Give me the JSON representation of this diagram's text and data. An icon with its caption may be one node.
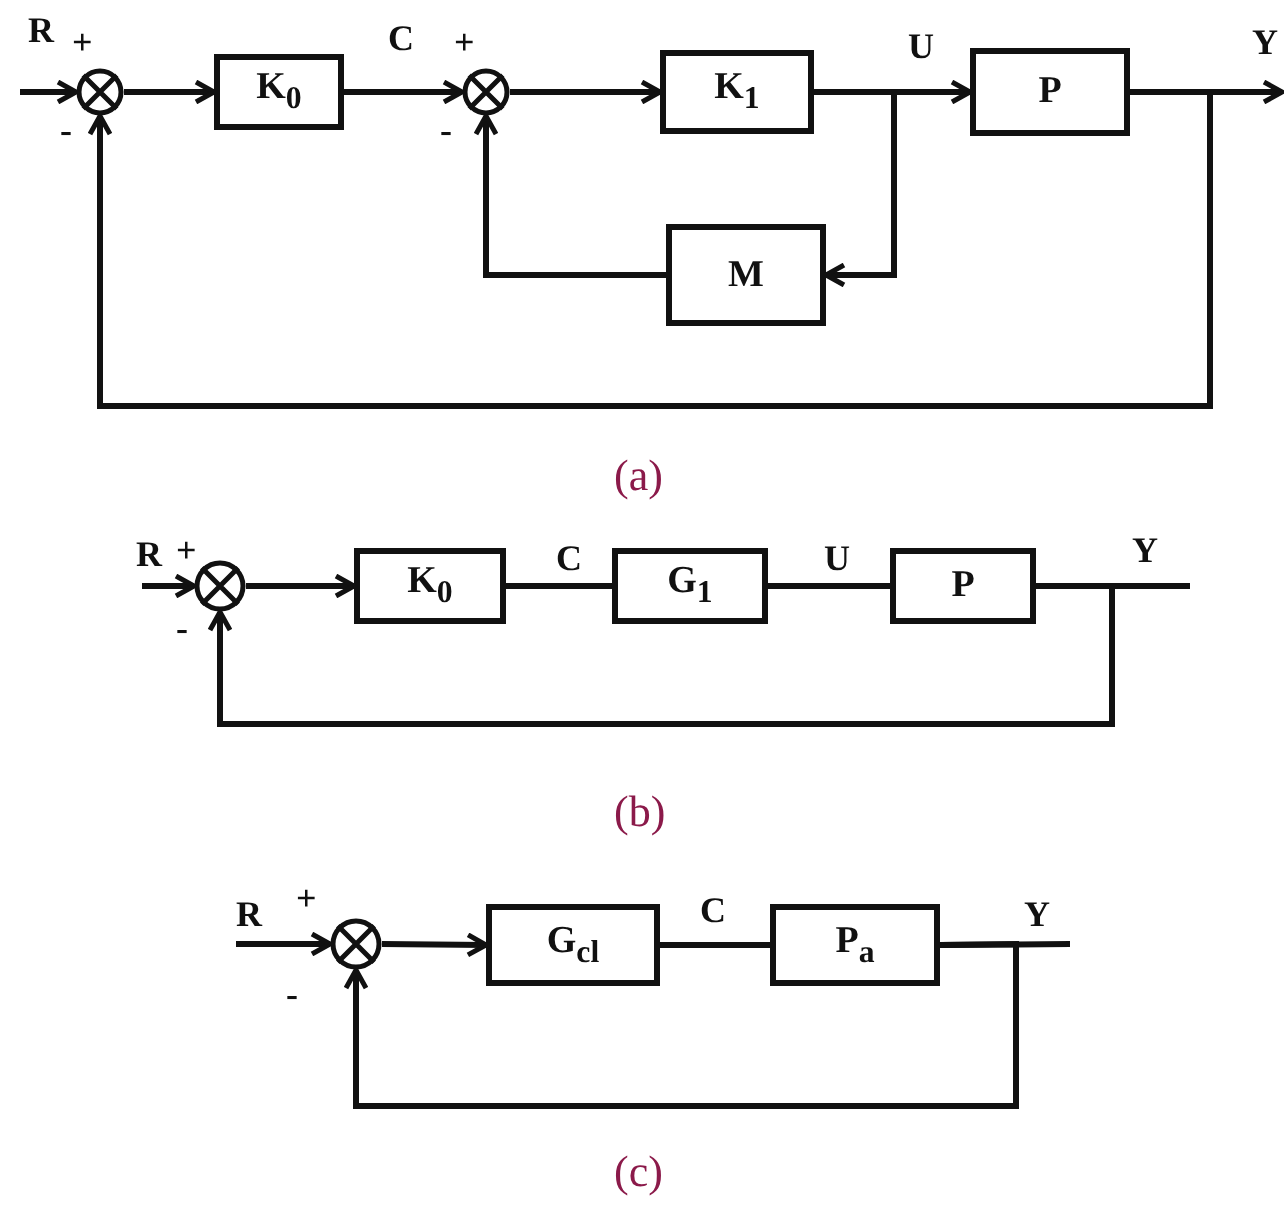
{
  "diagram": {
    "nodes": [
      {
        "text": [],
        "shape": "circle"
      },
      {
        "text": [
          "K$_{0}$"
        ]
      },
      {
        "text": [],
        "shape": "circle"
      },
      {
        "text": [
          "K$_{1}$"
        ]
      },
      {
        "text": [
          "P"
        ]
      },
      {
        "text": [
          "M"
        ]
      },
      {
        "text": [],
        "shape": "circle"
      },
      {
        "text": [
          "K$_{0}$"
        ]
      },
      {
        "text": [
          "G$_{1}$"
        ]
      },
      {
        "text": [
          "P"
        ]
      },
      {
        "text": [],
        "shape": "circle"
      },
      {
        "text": [
          "G$_{cl}$"
        ]
      },
      {
        "text": [
          "P$_{a}$"
        ]
      }
    ],
    "edges": [
      {
        "from": null,
        "to": 0,
        "arrow": "to"
      },
      {
        "from": 0,
        "to": 1,
        "arrow": "to"
      },
      {
        "from": 1,
        "to": 2,
        "arrow": "to"
      },
      {
        "from": 2,
        "to": 3,
        "arrow": "to"
      },
      {
        "from": 3,
        "to": 4,
        "arrow": "to"
      },
      {
        "from": 3,
        "to": 5,
        "arrow": "to"
      },
      {
        "from": 5,
        "to": 2,
        "arrow": "to"
      },
      {
        "from": 4,
        "to": null,
        "arrow": "to"
      },
      {
        "from": 4,
        "to": 0,
        "arrow": "to"
      },
      {
        "from": null,
        "to": 6,
        "arrow": "to"
      },
      {
        "from": 6,
        "to": 7,
        "arrow": "to"
      },
      {
        "from": 7,
        "to": 8,
        "arrow": "none"
      },
      {
        "from": 8,
        "to": 9,
        "arrow": "none"
      },
      {
        "from": 9,
        "to": null,
        "arrow": "none"
      },
      {
        "from": 9,
        "to": 6,
        "arrow": "to"
      },
      {
        "from": null,
        "to": 10,
        "arrow": "to"
      },
      {
        "from": 10,
        "to": 11,
        "arrow": "to"
      },
      {
        "from": 11,
        "to": 12,
        "arrow": "none"
      },
      {
        "from": 12,
        "to": null,
        "arrow": "none"
      },
      {
        "from": 12,
        "to": 10,
        "arrow": "to"
      }
    ],
    "labels": [
      "R",
      "+",
      "-",
      "C",
      "+",
      "-",
      "U",
      "Y",
      "(a)",
      "R",
      "+",
      "-",
      "C",
      "U",
      "Y",
      "(b)",
      "R",
      "+",
      "-",
      "C",
      "Y",
      "(c)"
    ]
  }
}
